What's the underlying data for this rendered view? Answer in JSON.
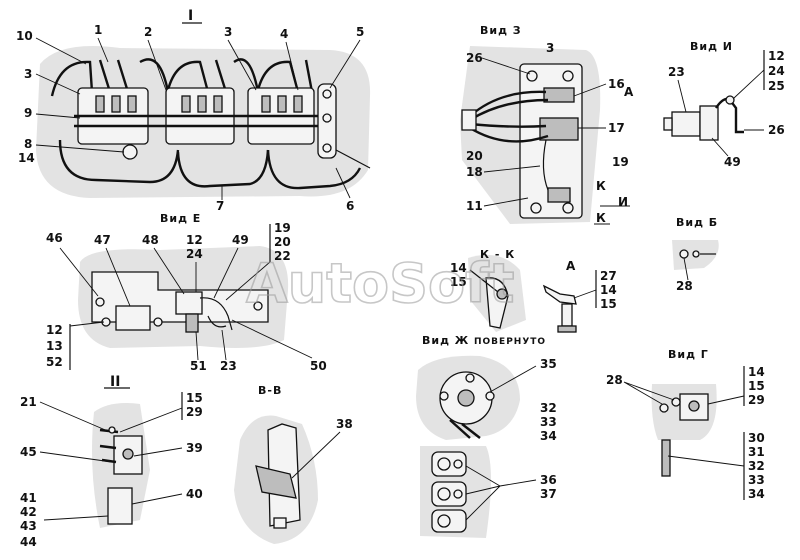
{
  "watermark": "AutoSoft",
  "views": {
    "I": {
      "title": "I",
      "labels": [
        "10",
        "1",
        "2",
        "3",
        "4",
        "5",
        "3",
        "9",
        "8",
        "14",
        "7",
        "6"
      ]
    },
    "Z": {
      "title": "Вид З",
      "labels": [
        "26",
        "3",
        "16",
        "А",
        "17",
        "20",
        "19",
        "18",
        "К",
        "11",
        "И",
        "К"
      ]
    },
    "I_view": {
      "title": "Вид И",
      "labels": [
        "12",
        "24",
        "25",
        "23",
        "26",
        "49"
      ]
    },
    "E": {
      "title": "Вид Е",
      "labels": [
        "46",
        "47",
        "48",
        "12",
        "24",
        "49",
        "19",
        "20",
        "22",
        "12",
        "13",
        "52",
        "51",
        "23",
        "50"
      ]
    },
    "KK": {
      "title": "К - К",
      "labels": [
        "14",
        "15",
        "А",
        "27",
        "14",
        "15"
      ]
    },
    "B": {
      "title": "Вид Б",
      "labels": [
        "28"
      ]
    },
    "II": {
      "title": "II",
      "labels": [
        "21",
        "15",
        "29",
        "45",
        "39",
        "40",
        "41",
        "42",
        "43",
        "44"
      ]
    },
    "VV": {
      "title": "В-В",
      "labels": [
        "38"
      ]
    },
    "ZH": {
      "title": "Вид Ж",
      "subtitle": "ПОВЕРНУТО",
      "labels": [
        "35",
        "32",
        "33",
        "34",
        "36",
        "37"
      ]
    },
    "G": {
      "title": "Вид Г",
      "labels": [
        "28",
        "14",
        "15",
        "29",
        "30",
        "31",
        "32",
        "33",
        "34"
      ]
    }
  }
}
